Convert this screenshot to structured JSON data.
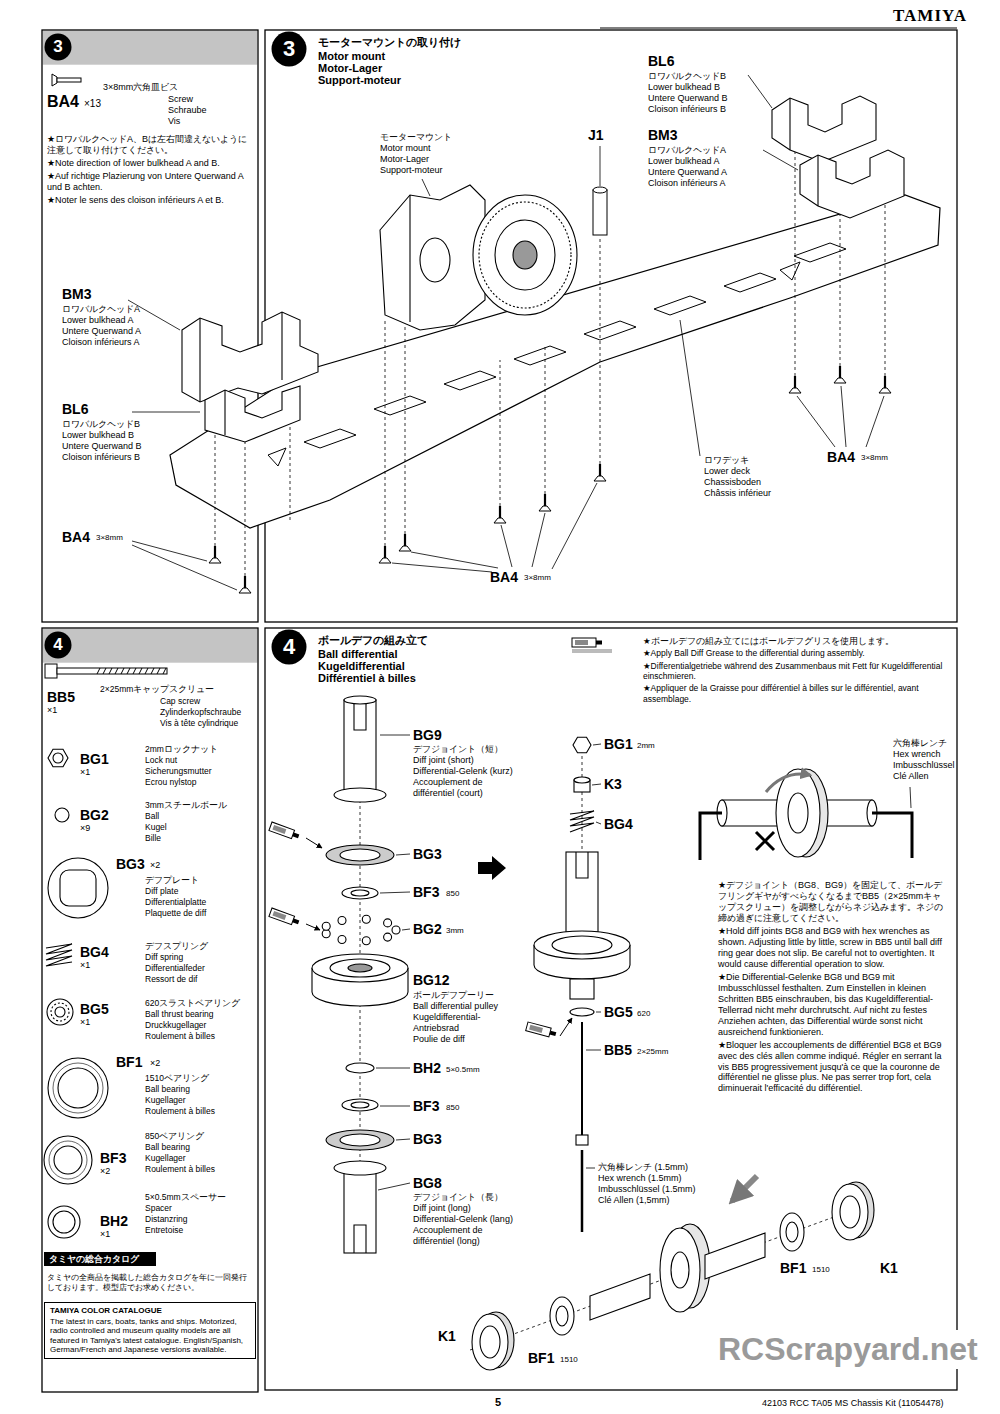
{
  "diagram": {
    "nodes": [
      {
        "text": [
          "3"
        ]
      },
      {
        "text": [
          "3"
        ]
      },
      {
        "text": [
          "4"
        ]
      },
      {
        "text": [
          "4"
        ]
      },
      {
        "text": [
          "タミヤの総合カタログ"
        ]
      },
      {
        "text": [
          "TAMIYA COLOR CATALOGUE",
          "The latest in cars, boats, tanks and ships. Motorized, radio controlled and museum quality models are all featured in Tamiya's latest catalogue. English/Spanish, German/French and Japanese versions available."
        ]
      }
    ],
    "labels": [
      "TAMIYA",
      "BA4",
      "×13",
      "3×8mm六角皿ビス",
      "Screw",
      "Schraube",
      "Vis",
      "★ロワバルクヘッドA、Bは左右間違えないように注意して取り付けてください。",
      "★Note direction of lower bulkhead A and B.",
      "★Auf richtige Plazierung von Untere Querwand A und B achten.",
      "★Noter le sens des cloison inférieurs A et B.",
      "モーターマウントの取り付け",
      "Motor mount",
      "Motor-Lager",
      "Support-moteur",
      "BL6",
      "ロワバルクヘッドB",
      "Lower bulkhead B",
      "Untere Querwand B",
      "Cloison inférieurs B",
      "BM3",
      "ロワバルクヘッドA",
      "Lower bulkhead A",
      "Untere Querwand A",
      "Cloison inférieurs A",
      "J1",
      "モーターマウント",
      "Motor mount",
      "Motor-Lager",
      "Support-moteur",
      "BM3",
      "ロワバルクヘッドA",
      "Lower bulkhead A",
      "Untere Querwand A",
      "Cloison inférieurs A",
      "BL6",
      "ロワバルクヘッドB",
      "Lower bulkhead B",
      "Untere Querwand B",
      "Cloison inférieurs B",
      "BA4",
      "3×8mm",
      "ロワデッキ",
      "Lower deck",
      "Chassisboden",
      "Châssis inférieur",
      "BA4",
      "3×8mm",
      "BA4",
      "3×8mm",
      "BB5",
      "×1",
      "2×25mmキャップスクリュー",
      "Cap screw",
      "Zylinderkopfschraube",
      "Vis à tête cylindrique",
      "BG1",
      "×1",
      "2mmロックナット",
      "Lock nut",
      "Sicherungsmutter",
      "Ecrou nylstop",
      "BG2",
      "×9",
      "3mmスチールボール",
      "Ball",
      "Kugel",
      "Bille",
      "BG3",
      "×2",
      "デフプレート",
      "Diff plate",
      "Differentialplatte",
      "Plaquette de diff",
      "BG4",
      "×1",
      "デフスプリング",
      "Diff spring",
      "Differentialfeder",
      "Ressort de dif",
      "BG5",
      "×1",
      "620スラストベアリング",
      "Ball thrust bearing",
      "Druckkugellager",
      "Roulement à billes",
      "BF1",
      "×2",
      "1510ベアリング",
      "Ball bearing",
      "Kugellager",
      "Roulement à billes",
      "BF3",
      "×2",
      "850ベアリング",
      "Ball bearing",
      "Kugellager",
      "Roulement à billes",
      "BH2",
      "×1",
      "5×0.5mmスペーサー",
      "Spacer",
      "Distanzring",
      "Entretoise",
      "タミヤの全商品を掲載した総合カタログを年に一回発行しております。模型店でお求めください。",
      "ボールデフの組み立て",
      "Ball differential",
      "Kugeldifferential",
      "Différentiel à billes",
      "★ボールデフの組み立てにはボールデフグリスを使用します。",
      "★Apply Ball Diff Grease to the differential during assembly.",
      "★Differentialgetriebe während des Zusammenbaus mit Fett für Kugeldifferential einschmieren.",
      "★Appliquer de la Graisse pour différentiel à billes sur le différentiel, avant assemblage.",
      "六角棒レンチ",
      "Hex wrench",
      "Imbusschlüssel",
      "Clé Allen",
      "★デフジョイント（BG8、BG9）を固定して、ボールデフリングギヤがすべらなくなるまでBB5（2×25mmキャップスクリュー）を調整しながらネジ込みます。ネジの締め過ぎに注意してください。",
      "★Hold diff joints BG8 and BG9 with hex wrenches as shown. Adjusting little by little, screw in BB5 until ball diff ring gear does not slip. Be careful not to overtighten. It would cause differential operation to slow.",
      "★Die Differential-Gelenke BG8 und BG9 mit Imbusschlüssel festhalten. Zum Einstellen in kleinen Schritten BB5 einschrauben, bis das Kugeldifferential-Tellerrad nicht mehr durchrutscht. Auf nicht zu festes Anziehen achten, das Differential würde sonst nicht ausreichend funktionieren.",
      "★Bloquer les accouplements de différentiel BG8 et BG9 avec des clés allen comme indiqué. Régler en serrant la vis BB5 progressivement jusqu'à ce que la couronne de différentiel ne glisse plus. Ne pas serrer trop fort, cela diminuerait l'efficacité du différentiel.",
      "BG9",
      "デフジョイント（短）",
      "Diff joint (short)",
      "Differential-Gelenk (kurz)",
      "Accouplement de",
      "différentiel (court)",
      "BG3",
      "BF3",
      "850",
      "BG2",
      "3mm",
      "BG12",
      "ボールデフプーリー",
      "Ball differential pulley",
      "Kugeldifferential-",
      "Antriebsrad",
      "Poulie de diff",
      "BH2",
      "5×0.5mm",
      "BF3",
      "850",
      "BG3",
      "BG8",
      "デフジョイント（長）",
      "Diff joint (long)",
      "Differential-Gelenk (lang)",
      "Accouplement de",
      "différentiel (long)",
      "BG1",
      "2mm",
      "K3",
      "BG4",
      "BG5",
      "620",
      "BB5",
      "2×25mm",
      "六角棒レンチ (1.5mm)",
      "Hex wrench (1.5mm)",
      "Imbusschlüssel (1.5mm)",
      "Clé Allen (1,5mm)",
      "K1",
      "BF1",
      "1510",
      "K1",
      "BF1",
      "1510",
      "RCScrapyard.net",
      "5",
      "42103 RCC TA05 MS Chassis Kit (11054478)"
    ]
  }
}
